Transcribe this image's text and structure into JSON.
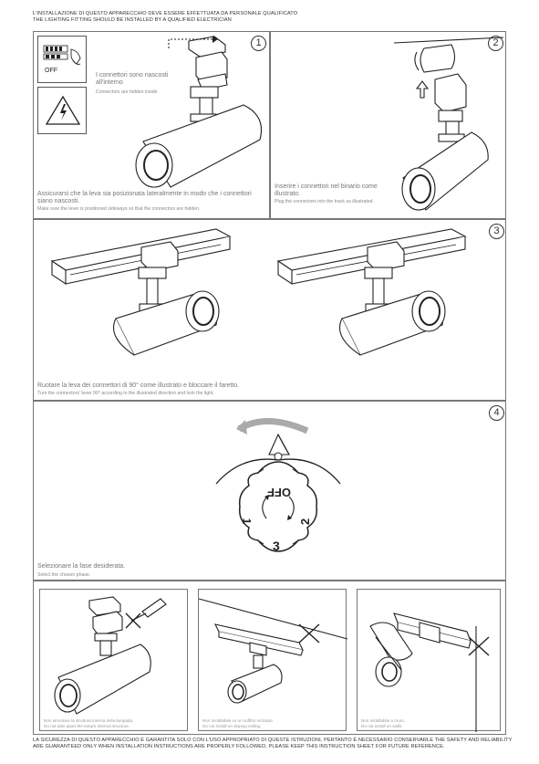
{
  "header": {
    "line1": "L'INSTALLAZIONE DI QUESTO APPARECCHIO DEVE ESSERE EFFETTUATA DA PERSONALE QUALIFICATO",
    "line2": "THE LIGHTING FITTING SHOULD BE INSTALLED BY A QUALIFIED ELECTRICIAN"
  },
  "panel1": {
    "number": "1",
    "switch_label": "OFF",
    "connectors_it": "I connettori sono nascosti all'interno",
    "connectors_en": "Connectors are hidden inside",
    "caption_it": "Assicurarsi che la leva sia posizionata lateralmente in modo che i connettori siano nascosti.",
    "caption_en": "Make sure the lever is positioned sideways so that the connectors are hidden."
  },
  "panel2": {
    "number": "2",
    "caption_it": "Inserire i connettori nel binario come illustrato.",
    "caption_en": "Plug the connectors into the track as illustrated."
  },
  "panel3": {
    "number": "3",
    "caption_it": "Ruotare la leva dei connettori di 90° come illustrato e bloccare il faretto.",
    "caption_en": "Turn the connectors' lever 90° according to the illustrated direction and lock the light."
  },
  "panel4": {
    "number": "4",
    "dial_off": "OFF",
    "dial_1": "1",
    "dial_2": "2",
    "dial_3": "3",
    "caption_it": "Selezionare la fase desiderata.",
    "caption_en": "Select the chosen phase."
  },
  "warnings": [
    {
      "it": "Non smontare la struttura interna della lampada.",
      "en": "Do not take apart the lamp's internal structure."
    },
    {
      "it": "Non installabile su un soffitto inclinato.",
      "en": "Do not install on sloping ceiling."
    },
    {
      "it": "Non installabile a muro.",
      "en": "Do not install on walls."
    }
  ],
  "footer": {
    "text": "LA SICUREZZA DI QUESTO APPARECCHIO È GARANTITA SOLO CON L'USO APPROPRIATO DI QUESTE ISTRUZIONI, PERTANTO È NECESSARIO CONSERVARLE THE SAFETY AND RELIABILITY ARE GUARANTEED ONLY WHEN INSTALLATION INSTRUCTIONS ARE PROPERLY FOLLOWED, PLEASE KEEP THIS INSTRUCTION SHEET FOR FUTURE REFERENCE."
  }
}
